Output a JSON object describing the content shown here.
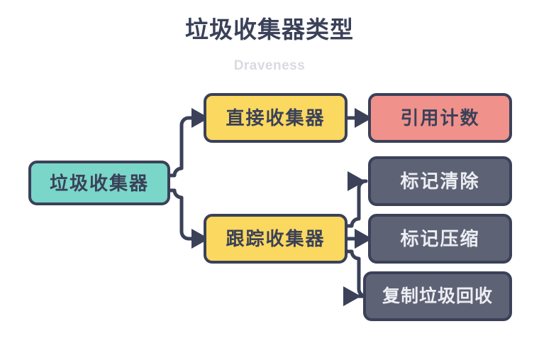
{
  "header": {
    "title": "垃圾收集器类型",
    "subtitle": "Draveness"
  },
  "colors": {
    "background": "#ffffff",
    "stroke": "#3a4158",
    "title_text": "#3a4158",
    "subtitle_text": "#d9dbe2",
    "root_fill": "#7ad6c8",
    "mid_fill": "#fbd85f",
    "refcount_fill": "#f0918c",
    "gray_fill": "#5e6275",
    "gray_text": "#eceef3"
  },
  "diagram": {
    "type": "tree",
    "orientation": "left-to-right",
    "nodes": [
      {
        "id": "root",
        "label": "垃圾收集器",
        "level": 0,
        "fill": "#7ad6c8"
      },
      {
        "id": "direct",
        "label": "直接收集器",
        "level": 1,
        "fill": "#fbd85f"
      },
      {
        "id": "tracing",
        "label": "跟踪收集器",
        "level": 1,
        "fill": "#fbd85f"
      },
      {
        "id": "refcount",
        "label": "引用计数",
        "level": 2,
        "fill": "#f0918c"
      },
      {
        "id": "sweep",
        "label": "标记清除",
        "level": 2,
        "fill": "#5e6275"
      },
      {
        "id": "compact",
        "label": "标记压缩",
        "level": 2,
        "fill": "#5e6275"
      },
      {
        "id": "copy",
        "label": "复制垃圾回收",
        "level": 2,
        "fill": "#5e6275"
      }
    ],
    "edges": [
      {
        "from": "root",
        "to": "direct"
      },
      {
        "from": "root",
        "to": "tracing"
      },
      {
        "from": "direct",
        "to": "refcount"
      },
      {
        "from": "tracing",
        "to": "sweep"
      },
      {
        "from": "tracing",
        "to": "compact"
      },
      {
        "from": "tracing",
        "to": "copy"
      }
    ]
  }
}
